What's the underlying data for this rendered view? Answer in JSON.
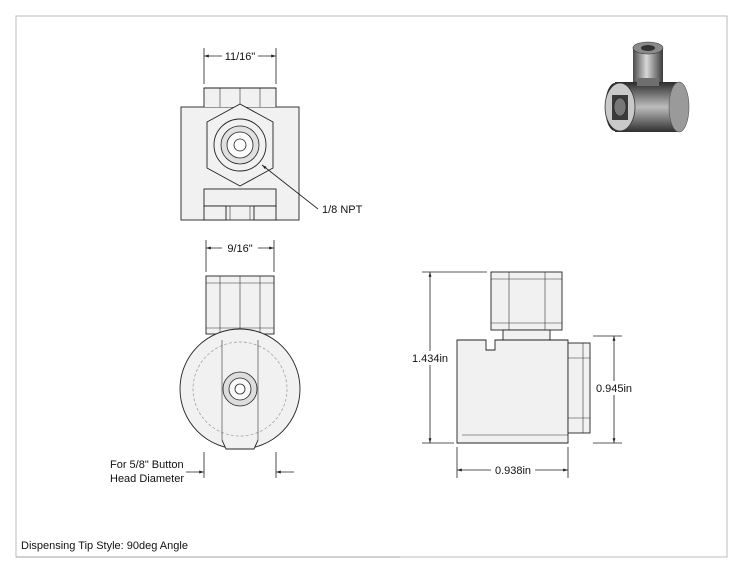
{
  "drawing": {
    "top_view": {
      "width_dim": "11/16\"",
      "thread_callout": "1/8 NPT"
    },
    "front_view": {
      "width_dim": "9/16\"",
      "note_line1": "For 5/8\" Button",
      "note_line2": "Head Diameter"
    },
    "side_view": {
      "height_dim": "1.434in",
      "thread_height_dim": "0.945in",
      "length_dim": "0.938in"
    },
    "title_block": {
      "text": "Dispensing Tip Style: 90deg Angle"
    }
  }
}
